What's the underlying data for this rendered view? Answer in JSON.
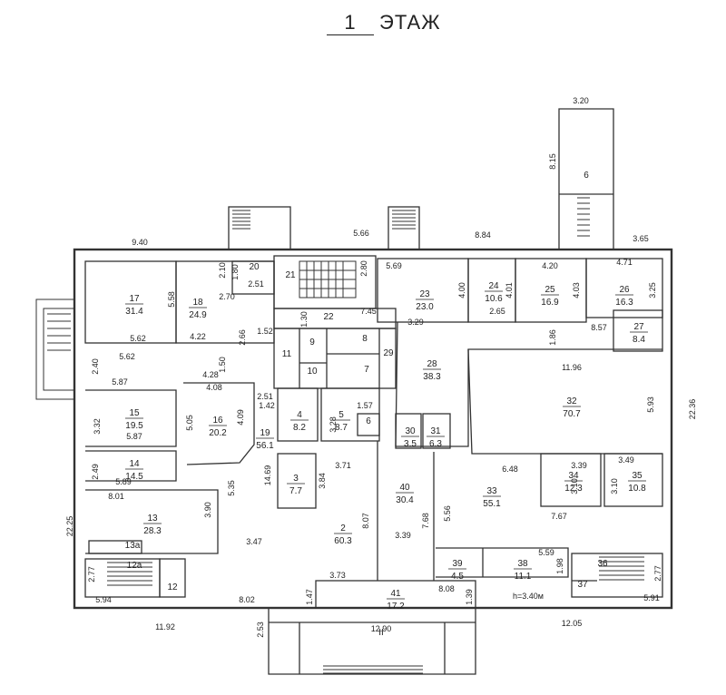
{
  "title": {
    "number": "1",
    "text": "ЭТАЖ"
  },
  "exit_label": "II",
  "height_note": "h=3.40м",
  "rooms": [
    {
      "id": "r1",
      "n": "17",
      "a": "31.4"
    },
    {
      "id": "r2",
      "n": "18",
      "a": "24.9"
    },
    {
      "id": "r3",
      "n": "20",
      "a": ""
    },
    {
      "id": "r4",
      "n": "21",
      "a": ""
    },
    {
      "id": "r5",
      "n": "22",
      "a": ""
    },
    {
      "id": "r6",
      "n": "23",
      "a": "23.0"
    },
    {
      "id": "r7",
      "n": "24",
      "a": "10.6"
    },
    {
      "id": "r8",
      "n": "25",
      "a": "16.9"
    },
    {
      "id": "r9",
      "n": "26",
      "a": "16.3"
    },
    {
      "id": "r10",
      "n": "27",
      "a": "8.4"
    },
    {
      "id": "r11",
      "n": "9",
      "a": ""
    },
    {
      "id": "r12",
      "n": "8",
      "a": ""
    },
    {
      "id": "r13",
      "n": "11",
      "a": ""
    },
    {
      "id": "r14",
      "n": "10",
      "a": ""
    },
    {
      "id": "r15",
      "n": "7",
      "a": ""
    },
    {
      "id": "r16",
      "n": "29",
      "a": ""
    },
    {
      "id": "r17",
      "n": "28",
      "a": "38.3"
    },
    {
      "id": "r18",
      "n": "32",
      "a": "70.7"
    },
    {
      "id": "r19",
      "n": "15",
      "a": "19.5"
    },
    {
      "id": "r20",
      "n": "16",
      "a": "20.2"
    },
    {
      "id": "r21",
      "n": "4",
      "a": "8.2"
    },
    {
      "id": "r22",
      "n": "5",
      "a": "8.7"
    },
    {
      "id": "r23",
      "n": "6",
      "a": ""
    },
    {
      "id": "r24",
      "n": "19",
      "a": "56.1"
    },
    {
      "id": "r25",
      "n": "30",
      "a": "3.5"
    },
    {
      "id": "r26",
      "n": "31",
      "a": "6.3"
    },
    {
      "id": "r27",
      "n": "14",
      "a": "14.5"
    },
    {
      "id": "r28",
      "n": "3",
      "a": "7.7"
    },
    {
      "id": "r29",
      "n": "40",
      "a": "30.4"
    },
    {
      "id": "r30",
      "n": "33",
      "a": "55.1"
    },
    {
      "id": "r31",
      "n": "34",
      "a": "12.3"
    },
    {
      "id": "r32",
      "n": "35",
      "a": "10.8"
    },
    {
      "id": "r33",
      "n": "13",
      "a": "28.3"
    },
    {
      "id": "r34",
      "n": "13а",
      "a": ""
    },
    {
      "id": "r35",
      "n": "2",
      "a": "60.3"
    },
    {
      "id": "r36",
      "n": "39",
      "a": "4.5"
    },
    {
      "id": "r37",
      "n": "38",
      "a": "11.1"
    },
    {
      "id": "r38",
      "n": "12а",
      "a": ""
    },
    {
      "id": "r39",
      "n": "12",
      "a": ""
    },
    {
      "id": "r40",
      "n": "41",
      "a": "17.2"
    },
    {
      "id": "r41",
      "n": "36",
      "a": ""
    },
    {
      "id": "r42",
      "n": "37",
      "a": ""
    },
    {
      "id": "r43",
      "n": "6",
      "a": ""
    }
  ],
  "dims": [
    "3.20",
    "8.15",
    "9.40",
    "8.84",
    "3.65",
    "5.66",
    "2.80",
    "1.80",
    "2.10",
    "2.51",
    "2.70",
    "5.58",
    "5.69",
    "4.00",
    "4.01",
    "4.20",
    "4.03",
    "4.71",
    "3.25",
    "4.22",
    "2.66",
    "1.52",
    "1.30",
    "7.45",
    "3.29",
    "2.65",
    "8.57",
    "5.62",
    "5.62",
    "2.40",
    "1.50",
    "4.28",
    "1.86",
    "5.87",
    "4.08",
    "11.96",
    "3.32",
    "5.05",
    "4.09",
    "1.42",
    "2.51",
    "1.57",
    "3.28",
    "5.93",
    "22.36",
    "5.87",
    "3.71",
    "3.39",
    "3.49",
    "2.49",
    "14.69",
    "6.48",
    "5.89",
    "3.84",
    "3.10",
    "3.10",
    "8.01",
    "5.35",
    "7.67",
    "3.90",
    "8.07",
    "7.68",
    "5.56",
    "22.25",
    "3.47",
    "3.39",
    "5.59",
    "1.98",
    "3.73",
    "2.77",
    "2.77",
    "8.08",
    "1.39",
    "1.47",
    "5.94",
    "8.02",
    "5.91",
    "11.92",
    "2.53",
    "12.90",
    "12.05"
  ]
}
